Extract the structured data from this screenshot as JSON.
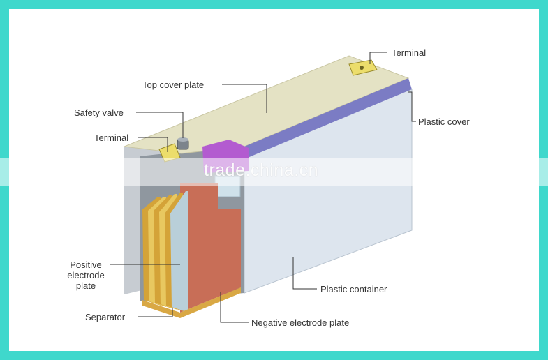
{
  "labels": {
    "terminal_top": "Terminal",
    "top_cover_plate": "Top cover plate",
    "safety_valve": "Safety valve",
    "terminal_left": "Terminal",
    "plastic_cover": "Plastic cover",
    "positive_electrode_plate": "Positive electrode plate",
    "plastic_container": "Plastic container",
    "separator": "Separator",
    "negative_electrode_plate": "Negative electrode plate"
  },
  "watermark": "trade.china.cn",
  "colors": {
    "frame": "#3fd8cc",
    "top_cover": "#e6e4c8",
    "plastic_cover": "#7c7dc6",
    "container": "#dfe6ee",
    "negative_plate": "#c96f58",
    "gold": "#d7a937",
    "terminal_fill": "#e9dc6a",
    "valve_purple": "#b55fd0"
  }
}
